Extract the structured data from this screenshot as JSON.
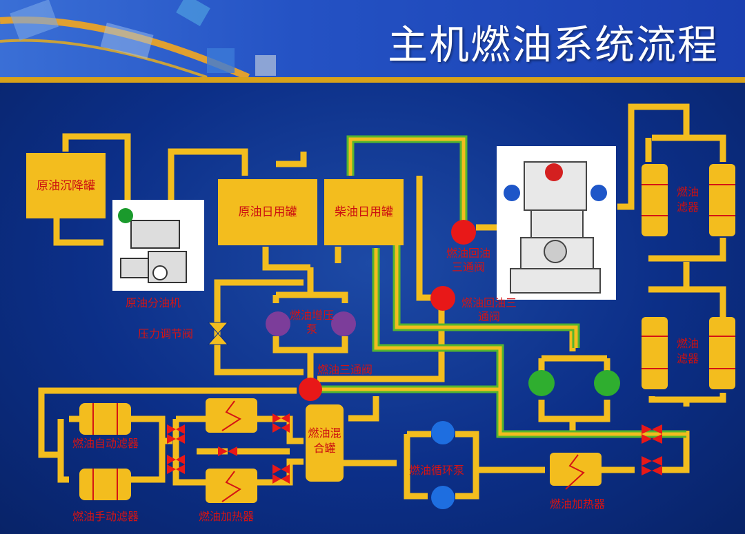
{
  "title": "主机燃油系统流程",
  "colors": {
    "pipe": "#f3bd1e",
    "pipe_diesel": "#55b52e",
    "outline": "#d41414",
    "background": "#0c2f88",
    "label": "#d41414"
  },
  "nodes": {
    "crude_settling_tank": "原油沉降罐",
    "crude_daily_tank": "原油日用罐",
    "diesel_daily_tank": "柴油日用罐",
    "crude_separator": "原油分油机",
    "pressure_regulating_valve": "压力调节阀",
    "booster_pump": "燃油增压泵",
    "fuel_three_way_valve": "燃油三通阀",
    "return_three_way_valve": "燃油回油三通阀",
    "return_valve_2": "燃油回油三通阀",
    "fuel_filter_upper": "燃油滤器",
    "fuel_filter_lower": "燃油滤器",
    "auto_filter": "燃油自动滤器",
    "manual_filter": "燃油手动滤器",
    "heater_left": "燃油加热器",
    "mixing_tank": "燃油混合罐",
    "circulation_pump": "燃油循环泵",
    "heater_right": "燃油加热器"
  },
  "icons": [
    "separator-image",
    "engine-image",
    "valve-icon",
    "pump-icon",
    "heater-icon"
  ]
}
